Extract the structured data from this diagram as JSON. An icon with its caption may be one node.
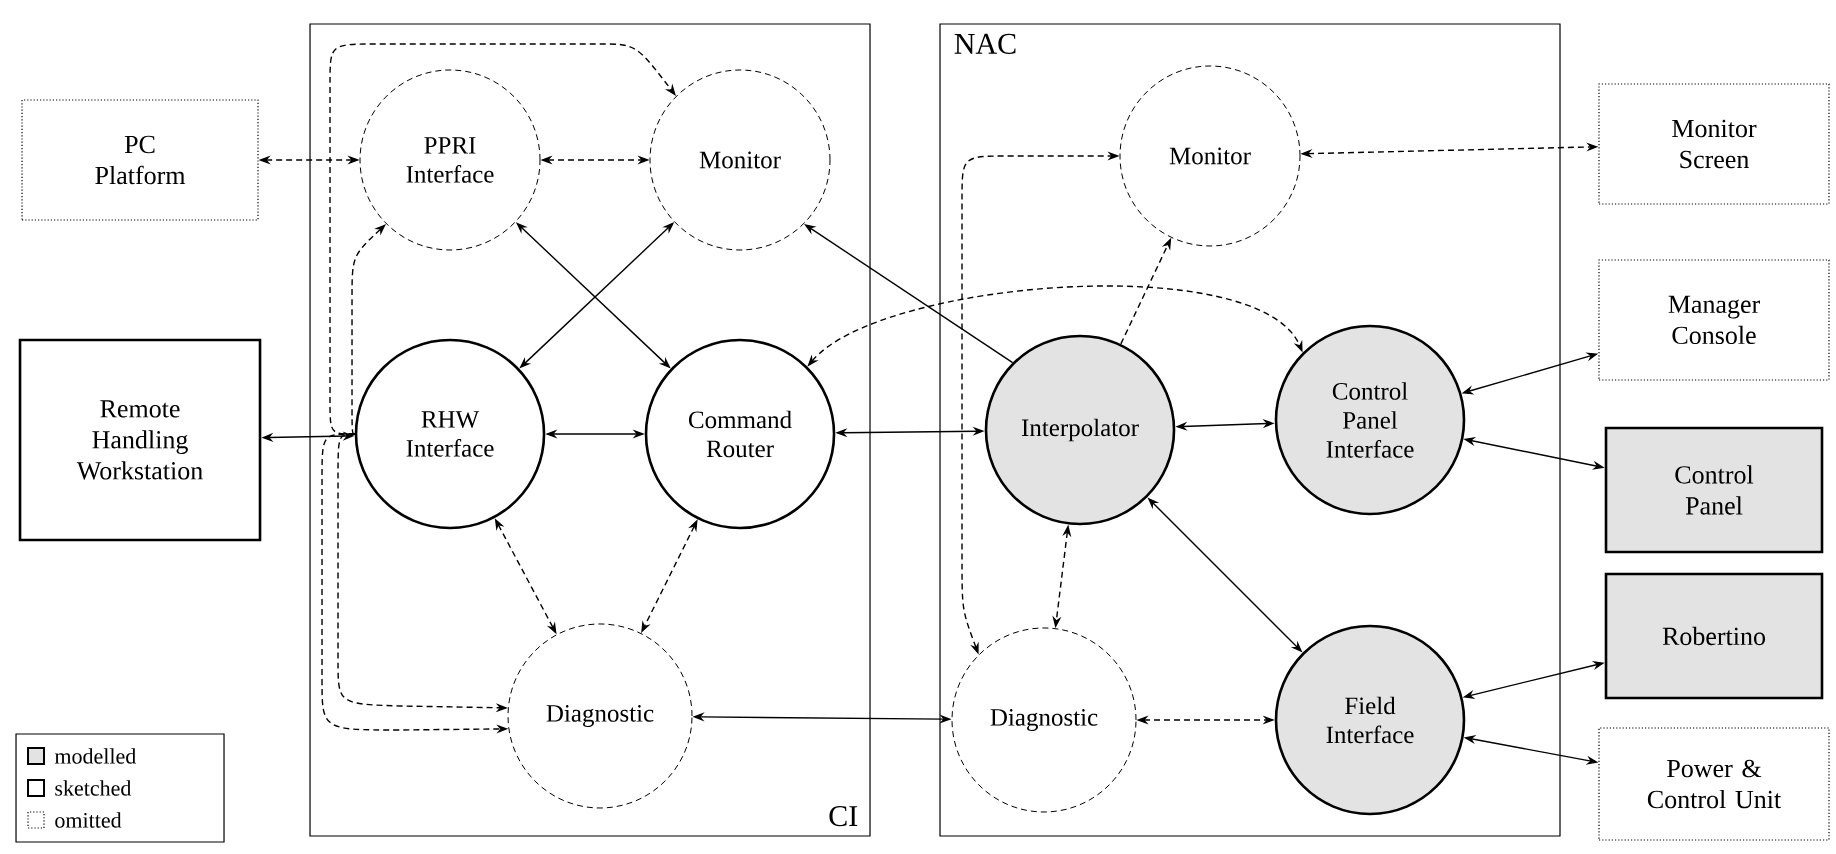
{
  "diagram": {
    "nodes": [
      {
        "text": [
          "PC Platform"
        ]
      },
      {
        "text": [
          "Remote Handling Workstation"
        ]
      },
      {
        "text": [
          "CI"
        ]
      },
      {
        "text": [
          "PPRI Interface"
        ],
        "in": 2
      },
      {
        "text": [
          "Monitor"
        ],
        "in": 2
      },
      {
        "text": [
          "RHW Interface"
        ],
        "in": 2
      },
      {
        "text": [
          "Command Router"
        ],
        "in": 2
      },
      {
        "text": [
          "Diagnostic"
        ],
        "in": 2
      },
      {
        "text": [
          "NAC"
        ]
      },
      {
        "text": [
          "Monitor"
        ],
        "in": 8
      },
      {
        "text": [
          "Interpolator"
        ],
        "in": 8
      },
      {
        "text": [
          "Control Panel Interface"
        ],
        "in": 8
      },
      {
        "text": [
          "Diagnostic"
        ],
        "in": 8
      },
      {
        "text": [
          "Field Interface"
        ],
        "in": 8
      },
      {
        "text": [
          "Monitor Screen"
        ]
      },
      {
        "text": [
          "Manager Console"
        ]
      },
      {
        "text": [
          "Control Panel"
        ]
      },
      {
        "text": [
          "Robertino"
        ]
      },
      {
        "text": [
          "Power & Control Unit"
        ]
      }
    ],
    "edges": [
      {
        "from": 0,
        "to": 3,
        "arrow": "both",
        "style": "dashed"
      },
      {
        "from": 3,
        "to": 4,
        "arrow": "both",
        "style": "dashed"
      },
      {
        "from": 1,
        "to": 5,
        "arrow": "both"
      },
      {
        "from": 5,
        "to": 6,
        "arrow": "both"
      },
      {
        "from": 3,
        "to": 6,
        "arrow": "both"
      },
      {
        "from": 4,
        "to": 5,
        "arrow": "both"
      },
      {
        "from": 5,
        "to": 7,
        "arrow": "both",
        "style": "dashed"
      },
      {
        "from": 6,
        "to": 7,
        "arrow": "both",
        "style": "dashed"
      },
      {
        "from": 5,
        "to": 4,
        "arrow": "to",
        "style": "dashed"
      },
      {
        "from": 5,
        "to": 3,
        "arrow": "to",
        "style": "dashed"
      },
      {
        "from": 5,
        "to": 7,
        "arrow": "to",
        "style": "dashed"
      },
      {
        "from": 5,
        "to": 7,
        "arrow": "to",
        "style": "dashed"
      },
      {
        "from": 6,
        "to": 10,
        "arrow": "both"
      },
      {
        "from": 10,
        "to": 4,
        "arrow": "to"
      },
      {
        "from": 6,
        "to": 11,
        "arrow": "both",
        "style": "dashed"
      },
      {
        "from": 10,
        "to": 9,
        "arrow": "to",
        "style": "dashed"
      },
      {
        "from": 12,
        "to": 9,
        "arrow": "both",
        "style": "dashed"
      },
      {
        "from": 10,
        "to": 11,
        "arrow": "both"
      },
      {
        "from": 10,
        "to": 12,
        "arrow": "both",
        "style": "dashed"
      },
      {
        "from": 10,
        "to": 13,
        "arrow": "both"
      },
      {
        "from": 7,
        "to": 12,
        "arrow": "both"
      },
      {
        "from": 12,
        "to": 13,
        "arrow": "both",
        "style": "dashed"
      },
      {
        "from": 9,
        "to": 14,
        "arrow": "both",
        "style": "dashed"
      },
      {
        "from": 11,
        "to": 15,
        "arrow": "both"
      },
      {
        "from": 11,
        "to": 16,
        "arrow": "both"
      },
      {
        "from": 13,
        "to": 17,
        "arrow": "both"
      },
      {
        "from": 13,
        "to": 18,
        "arrow": "both"
      }
    ],
    "legend": [
      {
        "text": "modelled"
      },
      {
        "text": "sketched"
      },
      {
        "text": "omitted"
      }
    ]
  }
}
